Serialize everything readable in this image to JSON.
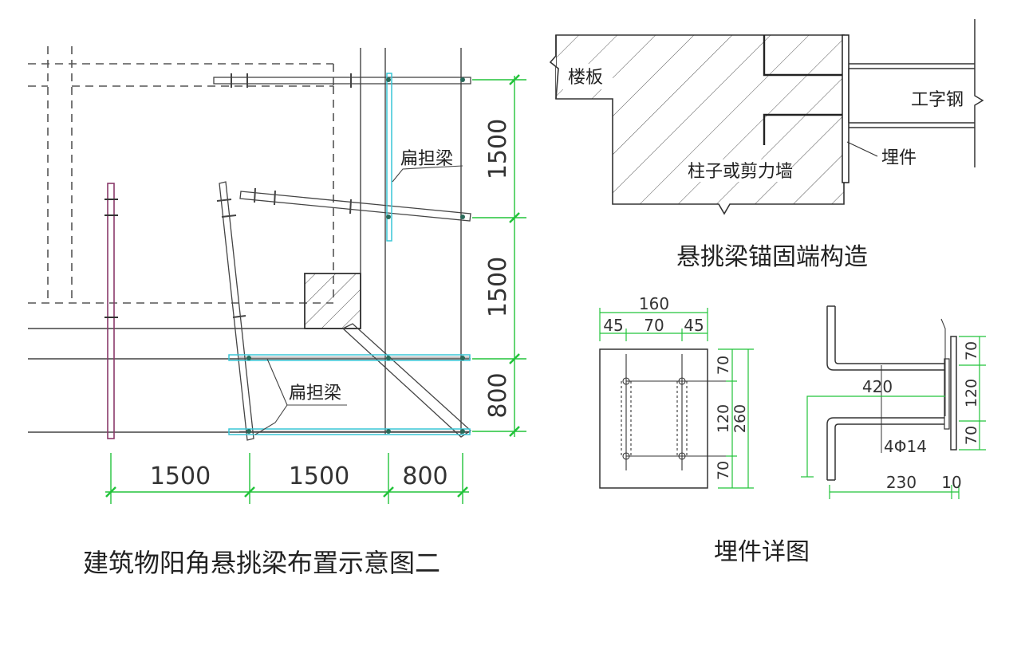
{
  "left_figure": {
    "caption": "建筑物阳角悬挑梁布置示意图二",
    "label_top": "扁担梁",
    "label_bottom": "扁担梁",
    "dims_right": [
      "1500",
      "1500",
      "800"
    ],
    "dims_bottom": [
      "1500",
      "1500",
      "800"
    ]
  },
  "top_right_figure": {
    "caption": "悬挑梁锚固端构造",
    "label_slab": "楼板",
    "label_wall": "柱子或剪力墙",
    "label_ibeam": "工字钢",
    "label_embed": "埋件"
  },
  "detail_figure": {
    "caption": "埋件详图",
    "plate_dims_top": [
      "160",
      "45",
      "70",
      "45"
    ],
    "plate_dims_right": [
      "70",
      "120",
      "70"
    ],
    "plate_dims_total": "260",
    "side_dim_length": "420",
    "side_dim_bar": "4Φ14",
    "side_dims_bottom": [
      "230",
      "10"
    ],
    "side_dims_right": [
      "70",
      "120",
      "70"
    ]
  },
  "colors": {
    "line": "#333333",
    "dimension": "#22c33a",
    "beam": "#38c6d6",
    "pole": "#8a3a6a",
    "hatch": "#555555"
  }
}
